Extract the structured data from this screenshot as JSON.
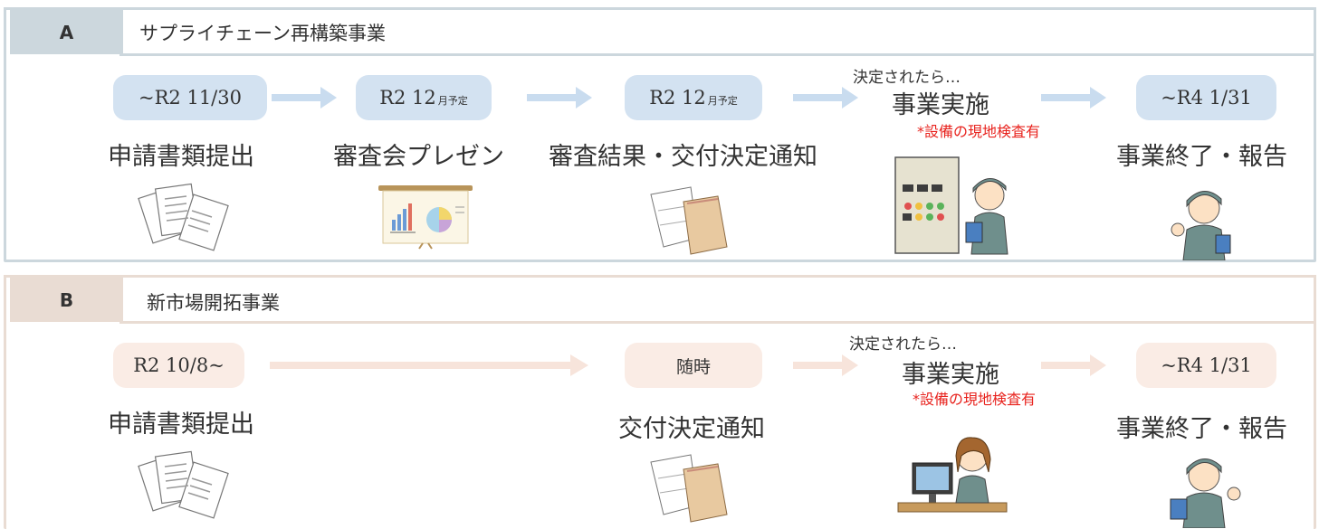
{
  "sections": [
    {
      "letter": "A",
      "title": "サプライチェーン再構築事業",
      "steps": [
        {
          "pill": "~R2 11/30",
          "pill_small": "",
          "label": "申請書類提出"
        },
        {
          "pill": "R2 12",
          "pill_small": "月予定",
          "label": "審査会プレゼン"
        },
        {
          "pill": "R2 12",
          "pill_small": "月予定",
          "label": "審査結果・交付決定通知"
        },
        {
          "note": "決定されたら…",
          "label": "事業実施",
          "red_note": "*設備の現地検査有"
        },
        {
          "pill": "~R4 1/31",
          "label": "事業終了・報告"
        }
      ],
      "icons": [
        "documents-icon",
        "presentation-board-icon",
        "envelope-icon",
        "worker-at-control-panel-icon",
        "worker-ok-sign-icon"
      ]
    },
    {
      "letter": "B",
      "title": "新市場開拓事業",
      "steps": [
        {
          "pill": "R2 10/8~",
          "label": "申請書類提出"
        },
        {
          "pill": "随時",
          "label": "交付決定通知"
        },
        {
          "note": "決定されたら…",
          "label": "事業実施",
          "red_note": "*設備の現地検査有"
        },
        {
          "pill": "~R4 1/31",
          "label": "事業終了・報告"
        }
      ],
      "icons": [
        "documents-icon",
        "envelope-icon",
        "woman-at-computer-icon",
        "worker-clipboard-icon"
      ]
    }
  ],
  "colors": {
    "a_accent": "#ccd7dd",
    "a_pill": "#d3e2f1",
    "a_arrow": "#c9dcef",
    "b_accent": "#e9dcd3",
    "b_pill": "#faece5",
    "b_arrow": "#f7e4db",
    "red": "#e8231e"
  }
}
